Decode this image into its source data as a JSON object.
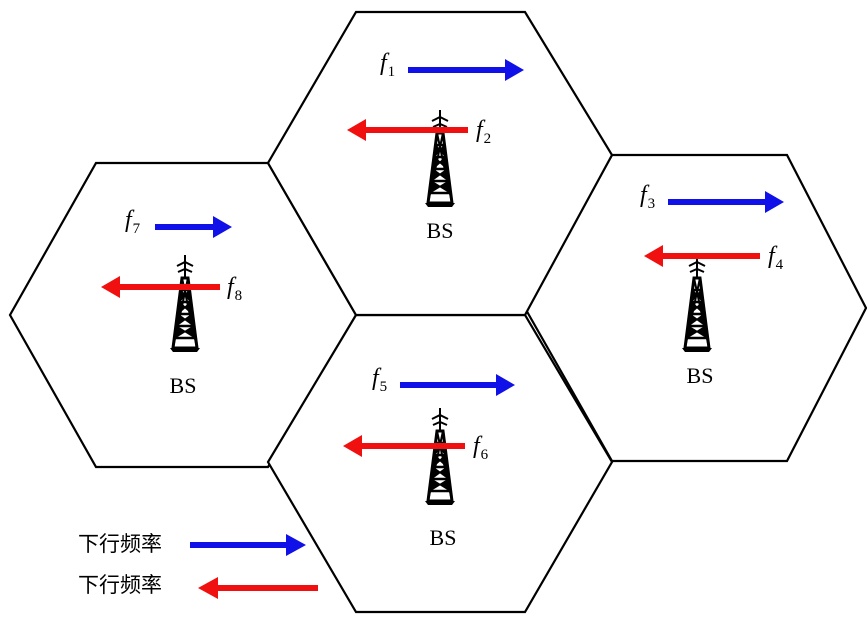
{
  "colors": {
    "downlink": "#1010e8",
    "uplink": "#f01010",
    "outline": "#000000",
    "tower": "#000000"
  },
  "icon": "transmission-tower-icon",
  "cells": [
    {
      "id": "top",
      "bs_label": "BS",
      "downlink": {
        "letter": "f",
        "sub": "1"
      },
      "uplink": {
        "letter": "f",
        "sub": "2"
      }
    },
    {
      "id": "right",
      "bs_label": "BS",
      "downlink": {
        "letter": "f",
        "sub": "3"
      },
      "uplink": {
        "letter": "f",
        "sub": "4"
      }
    },
    {
      "id": "center",
      "bs_label": "BS",
      "downlink": {
        "letter": "f",
        "sub": "5"
      },
      "uplink": {
        "letter": "f",
        "sub": "6"
      }
    },
    {
      "id": "left",
      "bs_label": "BS",
      "downlink": {
        "letter": "f",
        "sub": "7"
      },
      "uplink": {
        "letter": "f",
        "sub": "8"
      }
    }
  ],
  "legend": [
    {
      "label": "下行频率",
      "direction": "right",
      "color": "blue"
    },
    {
      "label": "下行频率",
      "direction": "left",
      "color": "red"
    }
  ]
}
